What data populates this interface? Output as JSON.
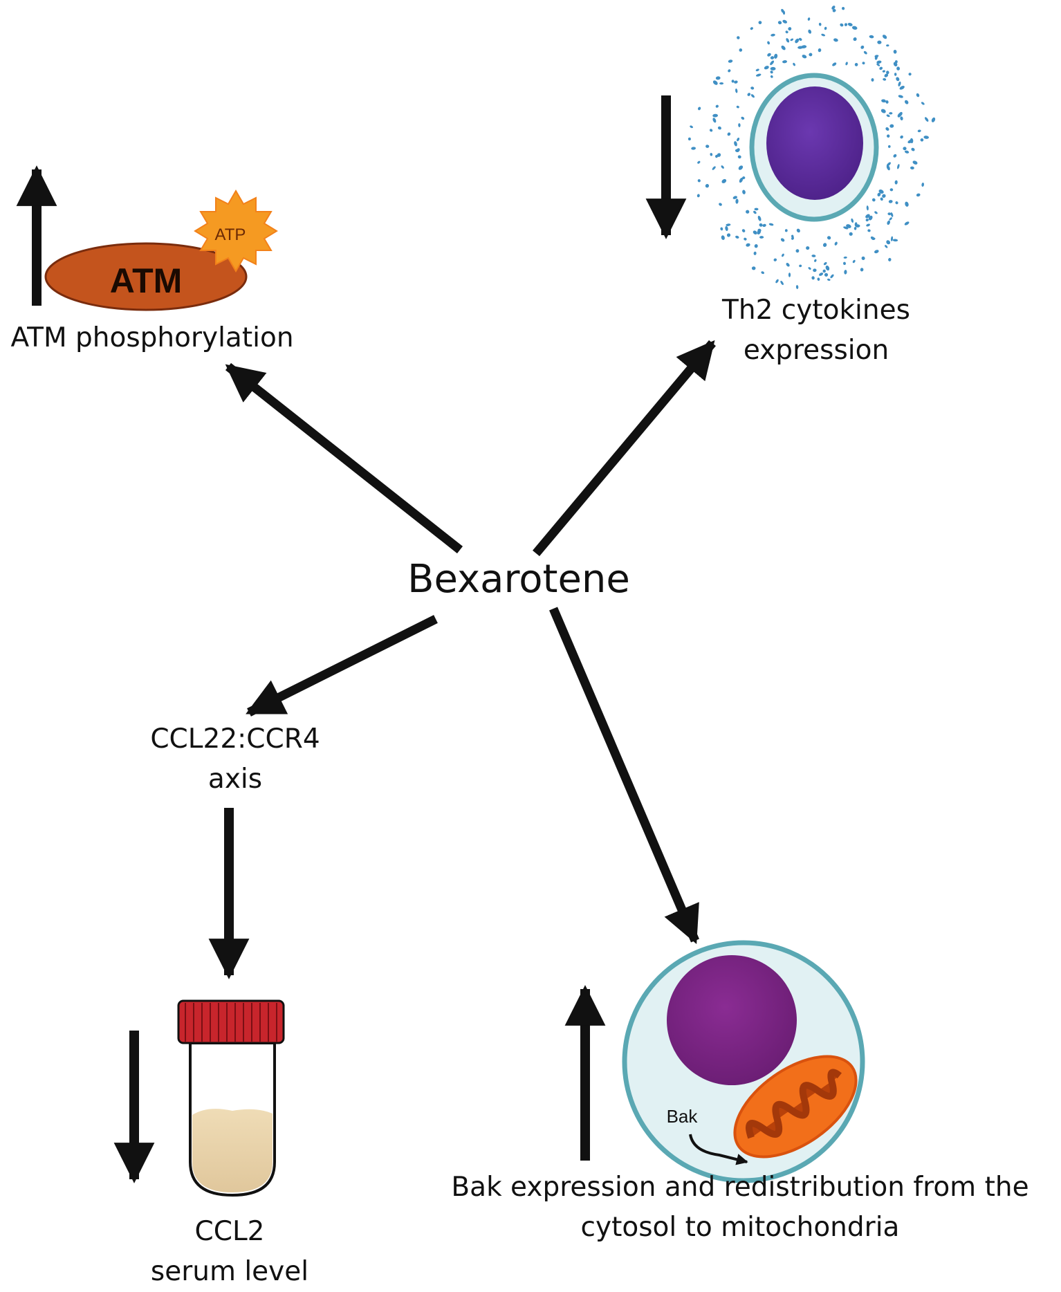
{
  "center": {
    "label": "Bexarotene"
  },
  "nodes": {
    "atm": {
      "label": "ATM phosphorylation",
      "effect": "increase",
      "icon": "atm-protein-icon",
      "protein_text": "ATM",
      "atp_text": "ATP"
    },
    "th2": {
      "label_line1": "Th2 cytokines",
      "label_line2": "expression",
      "effect": "decrease",
      "icon": "lymphocyte-cytokine-icon"
    },
    "ccl22": {
      "label_line1": "CCL22:CCR4",
      "label_line2": "axis"
    },
    "ccl2": {
      "label_line1": "CCL2",
      "label_line2": "serum level",
      "effect": "decrease",
      "icon": "serum-tube-icon"
    },
    "bak": {
      "label_line1": "Bak expression and redistribution from the",
      "label_line2": "cytosol to mitochondria",
      "effect": "increase",
      "icon": "cell-mitochondria-icon",
      "inner_text": "Bak"
    }
  },
  "colors": {
    "arrow": "#111111",
    "atm_protein": "#c4541d",
    "atp_burst": "#f59a22",
    "cell_membrane": "#5aa8b3",
    "cell_cytoplasm": "#e1f1f3",
    "nucleus_th2": "#5a2a9c",
    "nucleus_bak": "#7a2383",
    "cytokine_dots": "#3f8fc4",
    "cap": "#c8252c",
    "serum": "#e8d5b0",
    "mitochondria": "#f26f1a"
  }
}
